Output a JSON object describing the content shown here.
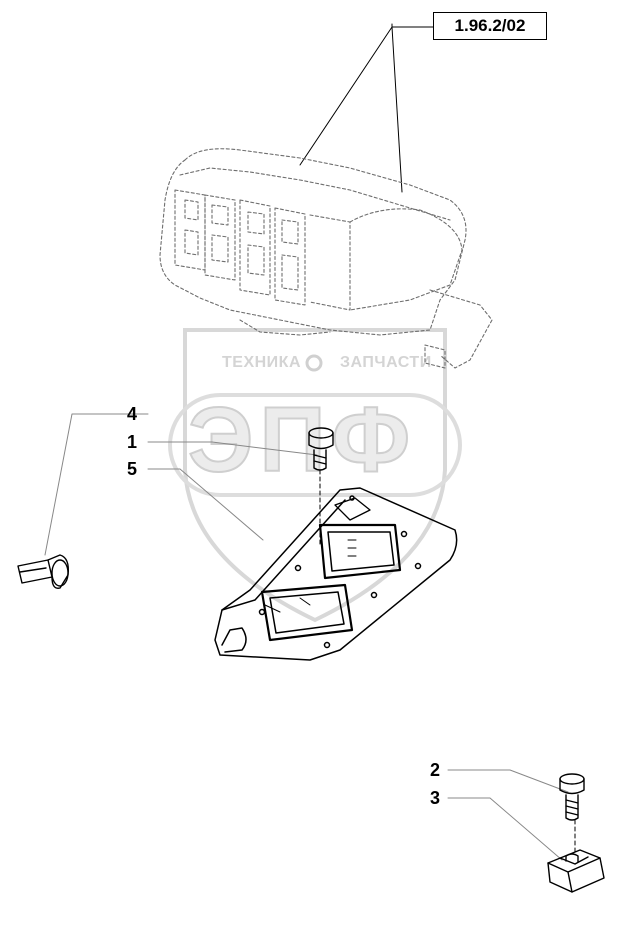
{
  "diagram": {
    "reference_box": "1.96.2/02",
    "callouts": [
      {
        "id": "callout-1",
        "label": "1"
      },
      {
        "id": "callout-2",
        "label": "2"
      },
      {
        "id": "callout-3",
        "label": "3"
      },
      {
        "id": "callout-4",
        "label": "4"
      },
      {
        "id": "callout-5",
        "label": "5"
      }
    ]
  },
  "watermark": {
    "left_text": "ТЕХНИКА",
    "right_text": "ЗАПЧАСТИ",
    "big_text": "ЭПФ",
    "color": "#cfcfcf"
  },
  "colors": {
    "line": "#000000",
    "dashed": "#6e6e6e",
    "background": "#ffffff"
  }
}
